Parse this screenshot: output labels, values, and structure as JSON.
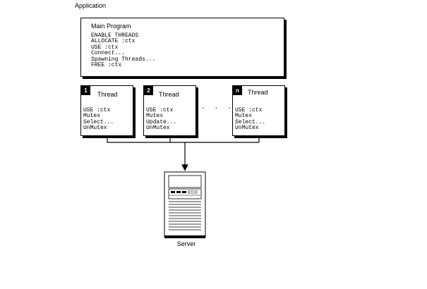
{
  "application_label": "Application",
  "main_program": {
    "title": "Main Program",
    "code": "ENABLE THREADS\nALLOCATE :ctx\nUSE :ctx\nConnect...\nSpawning Threads...\nFREE :ctx"
  },
  "threads": [
    {
      "number": "1",
      "title": "Thread",
      "code": "USE :ctx\nMutex\nSelect...\nUnMutex"
    },
    {
      "number": "2",
      "title": "Thread",
      "code": "USE :ctx\nMutex\nUpdate...\nUnMutex"
    },
    {
      "number": "n",
      "title": "Thread",
      "code": "USE :ctx\nMutex\nSelect...\nUnMutex"
    }
  ],
  "ellipsis": ". . .",
  "server_label": "Server"
}
